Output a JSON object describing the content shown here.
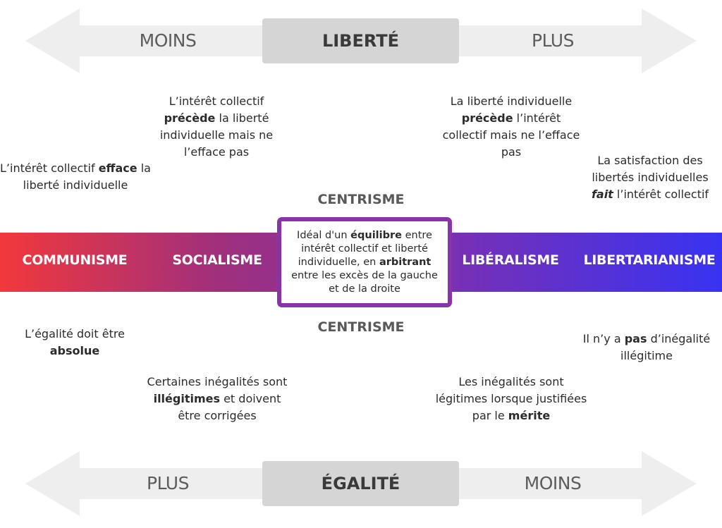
{
  "top_axis": {
    "left_label": "MOINS",
    "center_label": "LIBERTÉ",
    "right_label": "PLUS"
  },
  "bottom_axis": {
    "left_label": "PLUS",
    "center_label": "ÉGALITÉ",
    "right_label": "MOINS"
  },
  "ideologies": {
    "communisme": "COMMUNISME",
    "socialisme": "SOCIALISME",
    "liberalisme": "LIBÉRALISME",
    "libertarianisme": "LIBERTARIANISME"
  },
  "centrisme_top": "CENTRISME",
  "centrisme_bottom": "CENTRISME",
  "center_box": {
    "p1": "Idéal d'un ",
    "b1": "équilibre",
    "p2": " entre intérêt collectif et liberté individuelle, en ",
    "b2": "arbitrant",
    "p3": " entre les excès de la gauche et de la droite"
  },
  "liberty_texts": {
    "communisme": {
      "p1": "L’intérêt collectif ",
      "b1": "efface",
      "p2": " la liberté individuelle"
    },
    "socialisme": {
      "p1": "L’intérêt collectif ",
      "b1": "précède",
      "p2": " la liberté individuelle mais ne l’efface pas"
    },
    "liberalisme": {
      "p1": "La liberté individuelle ",
      "b1": "précède",
      "p2": " l’intérêt collectif mais ne l’efface pas"
    },
    "libertarianisme": {
      "p1": "La satisfaction des libertés individuelles ",
      "b1": "fait",
      "p2": " l’intérêt collectif"
    }
  },
  "equality_texts": {
    "communisme": {
      "p1": "L’égalité doit être ",
      "b1": "absolue",
      "p2": ""
    },
    "socialisme": {
      "p1": "Certaines inégalités sont ",
      "b1": "illégitimes",
      "p2": " et doivent être corrigées"
    },
    "liberalisme": {
      "p1": "Les inégalités sont légitimes lorsque justifiées par le ",
      "b1": "mérite",
      "p2": ""
    },
    "libertarianisme": {
      "p1": "Il n’y a ",
      "b1": "pas",
      "p2": " d’inégalité illégitime"
    }
  },
  "colors": {
    "arrow": "#eeeeee",
    "axis_box": "#d5d5d5",
    "band_left": "#f2383c",
    "band_right": "#3833f2",
    "center_border": "#8833a8"
  }
}
